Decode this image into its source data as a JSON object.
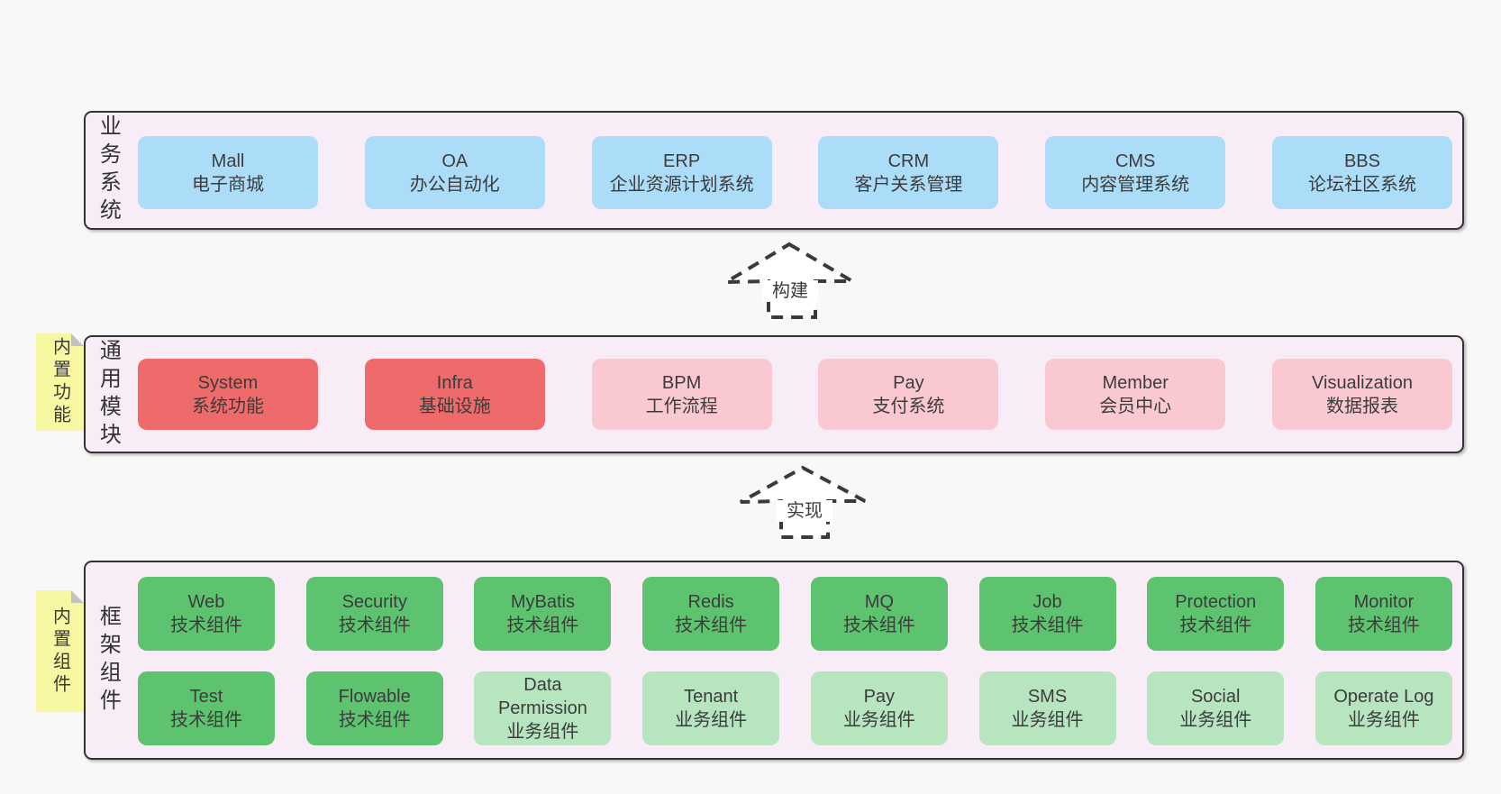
{
  "colors": {
    "page_background": "#f8f8f8",
    "panel_background": "#f8edf6",
    "panel_border": "#333333",
    "blue_box": "#abdcf8",
    "red_box": "#ef6a6a",
    "pink_box": "#fac8d1",
    "green_box": "#5ec36f",
    "light_green_box": "#b7e5c0",
    "sticky_note": "#f8f8a2",
    "note_fold": "#c2c2c2",
    "text": "#3c3c3c"
  },
  "sections": [
    {
      "label": "业务系统",
      "boxes": [
        {
          "name": "Mall",
          "subtitle": "电子商城"
        },
        {
          "name": "OA",
          "subtitle": "办公自动化"
        },
        {
          "name": "ERP",
          "subtitle": "企业资源计划系统"
        },
        {
          "name": "CRM",
          "subtitle": "客户关系管理"
        },
        {
          "name": "CMS",
          "subtitle": "内容管理系统"
        },
        {
          "name": "BBS",
          "subtitle": "论坛社区系统"
        }
      ]
    },
    {
      "label": "通用模块",
      "note": "内置功能",
      "boxes": [
        {
          "name": "System",
          "subtitle": "系统功能"
        },
        {
          "name": "Infra",
          "subtitle": "基础设施"
        },
        {
          "name": "BPM",
          "subtitle": "工作流程"
        },
        {
          "name": "Pay",
          "subtitle": "支付系统"
        },
        {
          "name": "Member",
          "subtitle": "会员中心"
        },
        {
          "name": "Visualization",
          "subtitle": "数据报表"
        }
      ]
    },
    {
      "label": "框架组件",
      "note": "内置组件",
      "rows": [
        [
          {
            "name": "Web",
            "subtitle": "技术组件"
          },
          {
            "name": "Security",
            "subtitle": "技术组件"
          },
          {
            "name": "MyBatis",
            "subtitle": "技术组件"
          },
          {
            "name": "Redis",
            "subtitle": "技术组件"
          },
          {
            "name": "MQ",
            "subtitle": "技术组件"
          },
          {
            "name": "Job",
            "subtitle": "技术组件"
          },
          {
            "name": "Protection",
            "subtitle": "技术组件"
          },
          {
            "name": "Monitor",
            "subtitle": "技术组件"
          }
        ],
        [
          {
            "name": "Test",
            "subtitle": "技术组件"
          },
          {
            "name": "Flowable",
            "subtitle": "技术组件"
          },
          {
            "name": "Data Permission",
            "subtitle": "业务组件"
          },
          {
            "name": "Tenant",
            "subtitle": "业务组件"
          },
          {
            "name": "Pay",
            "subtitle": "业务组件"
          },
          {
            "name": "SMS",
            "subtitle": "业务组件"
          },
          {
            "name": "Social",
            "subtitle": "业务组件"
          },
          {
            "name": "Operate Log",
            "subtitle": "业务组件"
          }
        ]
      ]
    }
  ],
  "arrows": [
    {
      "label": "构建"
    },
    {
      "label": "实现"
    }
  ]
}
